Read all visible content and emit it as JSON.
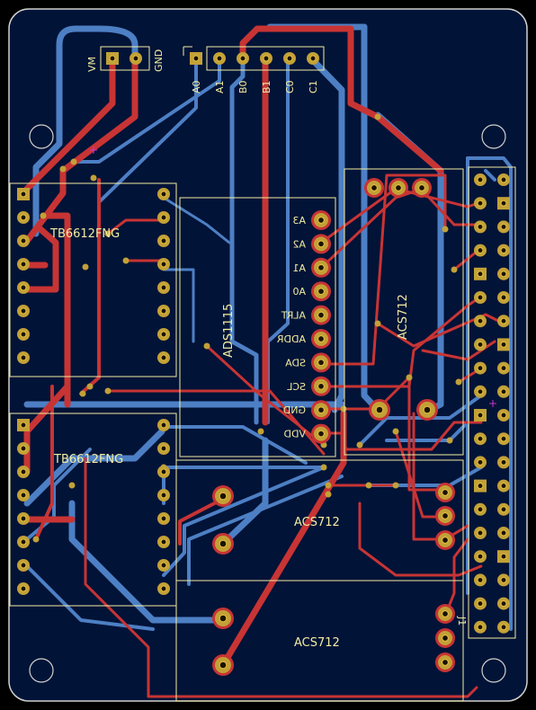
{
  "board": {
    "background": "#000000",
    "substrate": "#011337",
    "edge_color": "#d0d2cd",
    "silk_color": "#f2eda1",
    "front_copper": "#c83434",
    "back_copper": "#4d7fc4",
    "pad_color": "#c2a137",
    "drill_color": "#e8c040"
  },
  "power_header": {
    "vm": "VM",
    "gnd": "GND"
  },
  "signal_header": {
    "a0": "A0",
    "a1": "A1",
    "b0": "B0",
    "b1": "B1",
    "c0": "C0",
    "c1": "C1"
  },
  "drivers": [
    {
      "label": "TB6612FNG"
    },
    {
      "label": "TB6612FNG"
    }
  ],
  "adc": {
    "label": "ADS1115",
    "pins": [
      "A3",
      "A2",
      "A1",
      "A0",
      "ALRT",
      "ADDR",
      "SDA",
      "SCL",
      "GND",
      "VDD"
    ]
  },
  "current_sensors": [
    {
      "label": "ACS712"
    },
    {
      "label": "ACS712"
    },
    {
      "label": "ACS712"
    }
  ],
  "gpio_header": {
    "label": "J1"
  }
}
